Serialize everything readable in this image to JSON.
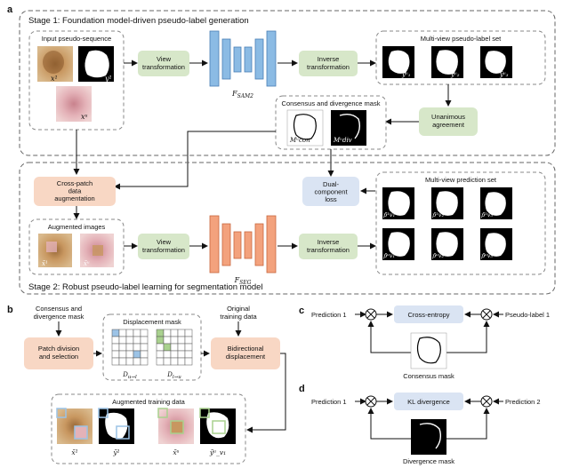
{
  "panels": {
    "a": "a",
    "b": "b",
    "c": "c",
    "d": "d"
  },
  "stage1": {
    "title": "Stage 1: Foundation model-driven pseudo-label generation",
    "input_title": "Input pseudo-sequence",
    "x1": "x¹",
    "y1": "y¹",
    "xu": "xᵘ",
    "view_transformation": "View transformation",
    "f_sam2": "F_SAM2",
    "inverse_transformation": "Inverse transformation",
    "multiview_title": "Multi-view pseudo-label set",
    "mv_labels": [
      "ŷᵘ₁",
      "ŷᵘ₂",
      "ŷᵘ₃"
    ],
    "unanimous_agreement": "Unanimous agreement",
    "consensus_title": "Consensus and divergence mask",
    "m_con": "Mᵘcon",
    "m_div": "Mᵘdiv"
  },
  "stage2": {
    "title": "Stage 2: Robust pseudo-label learning for segmentation model",
    "cross_patch": "Cross-patch data augmentation",
    "aug_title": "Augmented images",
    "aug_labels": [
      "x̃¹",
      "x̃ᵘ"
    ],
    "view_transformation": "View transformation",
    "f_seg": "F_SEG",
    "inverse_transformation": "Inverse transformation",
    "dual_loss": "Dual-component loss",
    "pred_title": "Multi-view prediction set",
    "pred_labels": [
      "p̃¹v₁",
      "p̃¹v₂",
      "p̃¹v₃",
      "p̃ᵘv₁",
      "p̃ᵘv₂",
      "p̃ᵘv₃"
    ]
  },
  "panel_b": {
    "consensus_div": "Consensus and divergence mask",
    "patch_division": "Patch division and selection",
    "displacement_title": "Displacement mask",
    "d_u1": "D_u→l",
    "d_1u": "D_l→u",
    "original_training": "Original training data",
    "bidirectional": "Bidirectional displacement",
    "aug_training_title": "Augmented training data",
    "aug_labels": [
      "x̃¹",
      "ỹ¹",
      "x̃ᵘ",
      "ỹᵘ_v₁"
    ]
  },
  "panel_c": {
    "pred1": "Prediction 1",
    "loss": "Cross-entropy",
    "pseudo1": "Pseudo-label 1",
    "mask": "Consensus mask"
  },
  "panel_d": {
    "pred1": "Prediction 1",
    "loss": "KL divergence",
    "pred2": "Prediction 2",
    "mask": "Divergence mask"
  },
  "colors": {
    "green": "#d7e7c9",
    "peach": "#f8d7c4",
    "blue": "#dae4f3",
    "unet_blue": "#8bbbe4",
    "unet_orange": "#f3a27d",
    "patch_blue": "#9cc3e6",
    "patch_green": "#a9d18e"
  }
}
